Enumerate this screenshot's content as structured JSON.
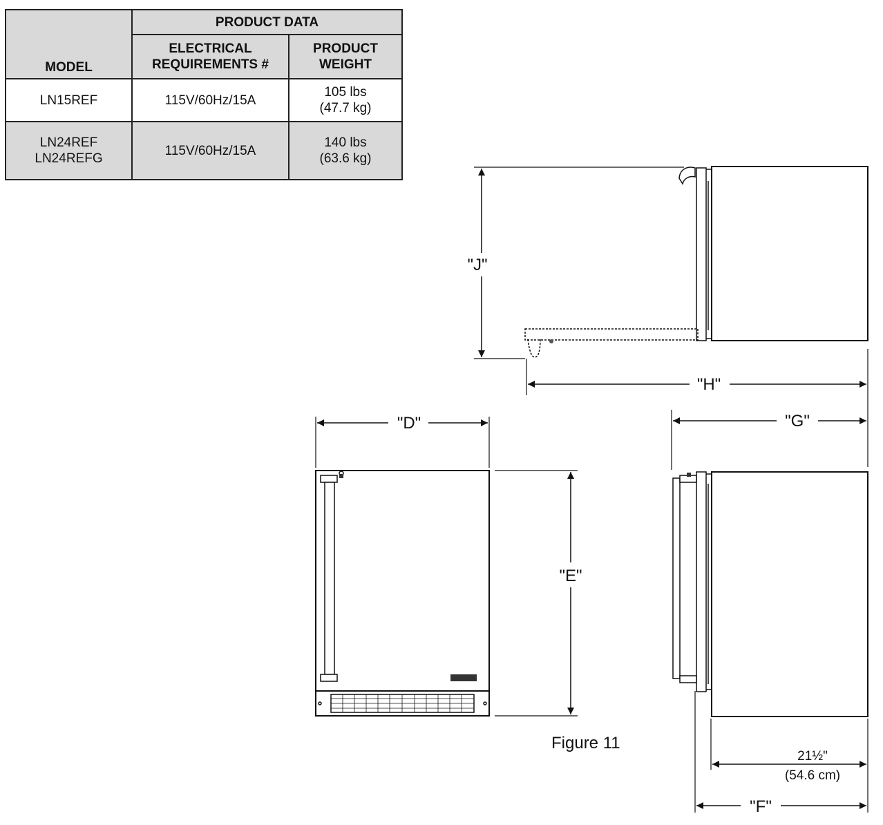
{
  "table": {
    "group_header": "PRODUCT DATA",
    "model_header": "MODEL",
    "electrical_header": [
      "ELECTRICAL",
      "REQUIREMENTS #"
    ],
    "weight_header": [
      "PRODUCT",
      "WEIGHT"
    ],
    "rows": [
      {
        "models": [
          "LN15REF"
        ],
        "electrical": "115V/60Hz/15A",
        "weight": [
          "105 lbs",
          "(47.7 kg)"
        ]
      },
      {
        "models": [
          "LN24REF",
          "LN24REFG"
        ],
        "electrical": "115V/60Hz/15A",
        "weight": [
          "140 lbs",
          "(63.6 kg)"
        ]
      }
    ]
  },
  "dimensions": {
    "J": "\"J\"",
    "H": "\"H\"",
    "D": "\"D\"",
    "G": "\"G\"",
    "E": "\"E\"",
    "F": "\"F\"",
    "depth_value": "21½\"",
    "depth_metric": "(54.6 cm)"
  },
  "figure_caption": "Figure 11"
}
